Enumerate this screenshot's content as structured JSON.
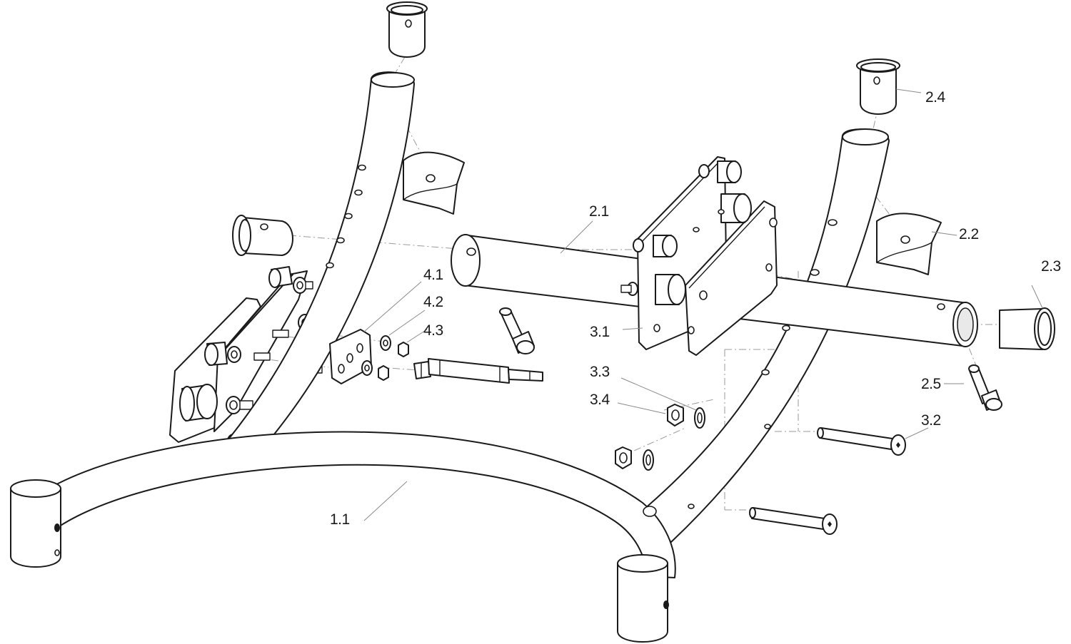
{
  "callouts": {
    "c_2_4": "2.4",
    "c_2_1": "2.1",
    "c_2_2": "2.2",
    "c_2_3": "2.3",
    "c_4_1": "4.1",
    "c_4_2": "4.2",
    "c_4_3": "4.3",
    "c_3_1": "3.1",
    "c_3_3": "3.3",
    "c_3_4": "3.4",
    "c_2_5": "2.5",
    "c_3_2": "3.2",
    "c_1_1": "1.1"
  },
  "colors": {
    "line": "#1a1a1a",
    "leader": "#8a8a8a",
    "background": "#ffffff"
  }
}
